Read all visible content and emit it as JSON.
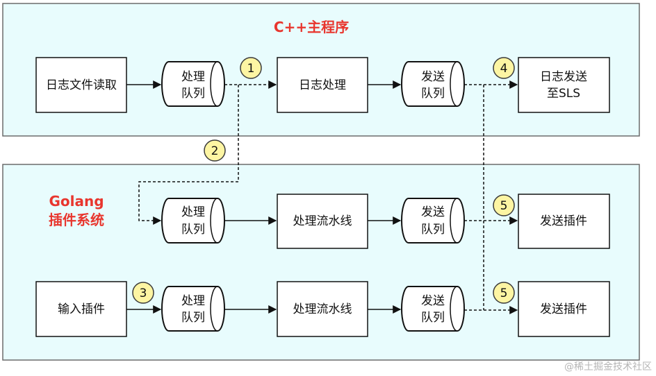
{
  "diagram": {
    "cpp_region": {
      "title": "C++主程序"
    },
    "golang_region": {
      "title_line1": "Golang",
      "title_line2": "插件系统"
    },
    "boxes": {
      "log_read": "日志文件读取",
      "log_process": "日志处理",
      "log_send_l1": "日志发送",
      "log_send_l2": "至SLS",
      "pipeline_1": "处理流水线",
      "pipeline_2": "处理流水线",
      "send_plugin_1": "发送插件",
      "send_plugin_2": "发送插件",
      "input_plugin": "输入插件"
    },
    "queues": {
      "cpp_process": [
        "处理",
        "队列"
      ],
      "cpp_send": [
        "发送",
        "队列"
      ],
      "go_process_1": [
        "处理",
        "队列"
      ],
      "go_send_1": [
        "发送",
        "队列"
      ],
      "go_process_2": [
        "处理",
        "队列"
      ],
      "go_send_2": [
        "发送",
        "队列"
      ]
    },
    "badges": {
      "b1": "1",
      "b2": "2",
      "b3": "3",
      "b4": "4",
      "b5a": "5",
      "b5b": "5"
    },
    "watermark": "@稀土掘金技术社区"
  },
  "colors": {
    "region_fill": "#e8fcfd",
    "region_stroke": "#6b6b6b",
    "title_red": "#e8362e",
    "badge_fill": "#fdf5a3",
    "badge_stroke": "#3a3a3a",
    "line": "#111111"
  }
}
